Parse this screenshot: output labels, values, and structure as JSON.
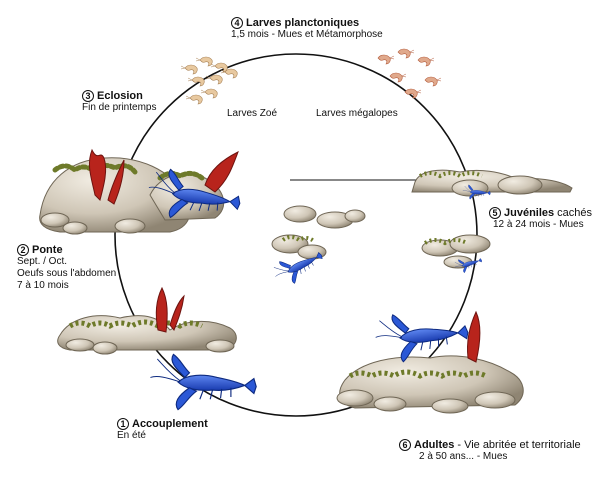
{
  "stages": {
    "s1": {
      "num": "1",
      "title": "Accouplement",
      "lines": [
        "En été"
      ]
    },
    "s2": {
      "num": "2",
      "title": "Ponte",
      "lines": [
        "Sept. / Oct.",
        "Oeufs sous l'abdomen",
        "7 à 10 mois"
      ]
    },
    "s3": {
      "num": "3",
      "title": "Eclosion",
      "lines": [
        "Fin de printemps"
      ]
    },
    "s4": {
      "num": "4",
      "title": "Larves planctoniques",
      "lines": [
        "1,5 mois - Mues et Métamorphose"
      ]
    },
    "s5": {
      "num": "5",
      "title": "Juvéniles",
      "title_extra": " cachés",
      "lines": [
        "12 à 24 mois - Mues"
      ]
    },
    "s6": {
      "num": "6",
      "title": "Adultes",
      "title_extra": " - Vie abritée et territoriale",
      "lines": [
        "2 à 50 ans... - Mues"
      ]
    }
  },
  "larvae": {
    "zoe": "Larves Zoé",
    "megalopes": "Larves mégalopes"
  },
  "colors": {
    "crayfish": "#2b58d6",
    "crayfish_dark": "#0d2a80",
    "rock": "#cfc6b6",
    "rock_dark": "#9e9382",
    "moss": "#6e7a2a",
    "weed": "#b8241c",
    "cycle": "#111111"
  }
}
